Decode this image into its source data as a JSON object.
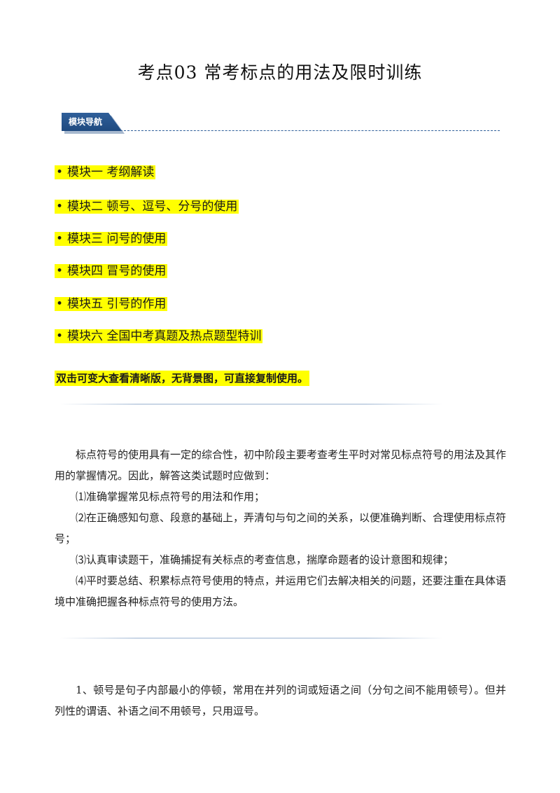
{
  "title": "考点03  常考标点的用法及限时训练",
  "nav_tag": "模块导航",
  "modules": [
    "模块一    考纲解读",
    "模块二    顿号、逗号、分号的使用",
    "模块三    问号的使用",
    "模块四    冒号的使用",
    "模块五    引号的作用",
    "模块六    全国中考真题及热点题型特训"
  ],
  "bullet": "•",
  "notice": "双击可变大查看清晰版，无背景图，可直接复制使用。",
  "intro": {
    "p1": "标点符号的使用具有一定的综合性，初中阶段主要考查考生平时对常见标点符号的用法及其作用的掌握情况。因此，解答这类试题时应做到：",
    "p2": "⑴准确掌握常见标点符号的用法和作用；",
    "p3": "⑵在正确感知句意、段意的基础上，弄清句与句之间的关系，以便准确判断、合理使用标点符号；",
    "p4": "⑶认真审读题干，准确捕捉有关标点的考查信息，揣摩命题者的设计意图和规律；",
    "p5": "⑷平时要总结、积累标点符号使用的特点，并运用它们去解决相关的问题，还要注重在具体语境中准确把握各种标点符号的使用方法。"
  },
  "section1": {
    "p1": "1、顿号是句子内部最小的停顿，常用在并列的词或短语之间（分句之间不能用顿号）。但并列性的谓语、补语之间不用顿号，只用逗号。"
  }
}
